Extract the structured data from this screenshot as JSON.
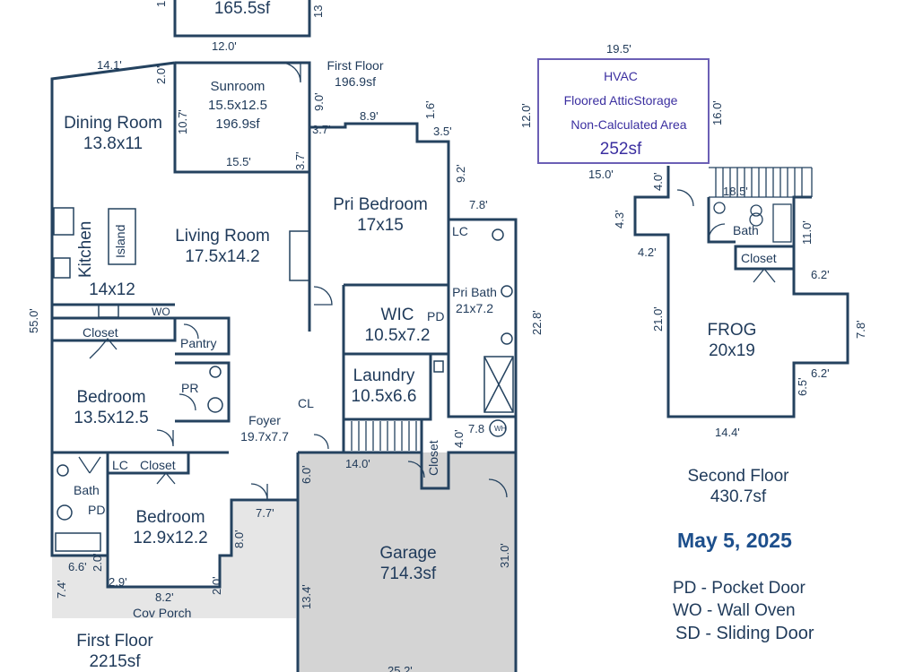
{
  "colors": {
    "wall": "#24425f",
    "garage": "#d4d4d4",
    "porch": "#e6e6e6",
    "hvac": "#6b5fb5",
    "text": "#1f3a5a",
    "date": "#1d4f8c"
  },
  "rooms": {
    "top_area": "165.5sf",
    "sunroom": {
      "name": "Sunroom",
      "size": "15.5x12.5",
      "area": "196.9sf"
    },
    "dining": {
      "name": "Dining Room",
      "size": "13.8x11"
    },
    "living": {
      "name": "Living Room",
      "size": "17.5x14.2"
    },
    "pri_bedroom": {
      "name": "Pri Bedroom",
      "size": "17x15"
    },
    "kitchen": {
      "name": "Kitchen",
      "size": "14x12",
      "island": "Island"
    },
    "wic": {
      "name": "WIC",
      "size": "10.5x7.2"
    },
    "pri_bath": {
      "name": "Pri Bath",
      "size": "21x7.2"
    },
    "laundry": {
      "name": "Laundry",
      "size": "10.5x6.6"
    },
    "bedroom_left": {
      "name": "Bedroom",
      "size": "13.5x12.5"
    },
    "bedroom_bottom": {
      "name": "Bedroom",
      "size": "12.9x12.2"
    },
    "foyer": {
      "name": "Foyer",
      "size": "19.7x7.7"
    },
    "garage": {
      "name": "Garage",
      "area": "714.3sf"
    },
    "frog": {
      "name": "FROG",
      "size": "20x19"
    }
  },
  "tags": {
    "closet": "Closet",
    "pantry": "Pantry",
    "pr": "PR",
    "cl": "CL",
    "lc": "LC",
    "pd": "PD",
    "wo": "WO",
    "bath": "Bath",
    "wh": "WH",
    "cov_porch": "Cov Porch"
  },
  "hvac": {
    "line1": "HVAC",
    "line2": "Floored AtticStorage",
    "line3": "Non-Calculated Area",
    "area": "252sf"
  },
  "floors": {
    "first_top": {
      "name": "First Floor",
      "area": "196.9sf"
    },
    "first": {
      "name": "First Floor",
      "area": "2215sf"
    },
    "second": {
      "name": "Second Floor",
      "area": "430.7sf"
    }
  },
  "date": "May 5, 2025",
  "legend": [
    "PD - Pocket Door",
    "WO - Wall Oven",
    "SD - Sliding Door"
  ],
  "dims": {
    "d_12_0_top": "12.0'",
    "d_14_1": "14.1'",
    "d_8_9": "8.9'",
    "d_3_7a": "3.7'",
    "d_3_5": "3.5'",
    "d_15_5": "15.5'",
    "d_7_8a": "7.8'",
    "d_7_8b": "7.8",
    "d_14_0": "14.0'",
    "d_7_7": "7.7'",
    "d_6_6": "6.6'",
    "d_2_9": "2.9'",
    "d_8_2": "8.2'",
    "d_19_5": "19.5'",
    "d_15_0": "15.0'",
    "d_18_5": "18.5'",
    "d_4_2": "4.2'",
    "d_6_2a": "6.2'",
    "d_6_2b": "6.2'",
    "d_14_4": "14.4'",
    "d_25_2": "25.2'",
    "v_55_0": "55.0'",
    "v_10_7": "10.7'",
    "v_2_0a": "2.0'",
    "v_9_0": "9.0'",
    "v_3_7b": "3.7'",
    "v_1_6": "1.6'",
    "v_9_2": "9.2'",
    "v_22_8": "22.8'",
    "v_6_0": "6.0'",
    "v_4_0a": "4.0'",
    "v_31_0": "31.0'",
    "v_13_4": "13.4'",
    "v_8_0": "8.0'",
    "v_2_0b": "2.0'",
    "v_2_0c": "2.0'",
    "v_7_4": "7.4'",
    "v_12_0": "12.0'",
    "v_16_0": "16.0'",
    "v_4_0b": "4.0'",
    "v_4_3": "4.3'",
    "v_11_0": "11.0'",
    "v_21_0": "21.0'",
    "v_7_8c": "7.8'",
    "v_6_5": "6.5'",
    "v_13_top": "13",
    "v_1_top": "1"
  }
}
